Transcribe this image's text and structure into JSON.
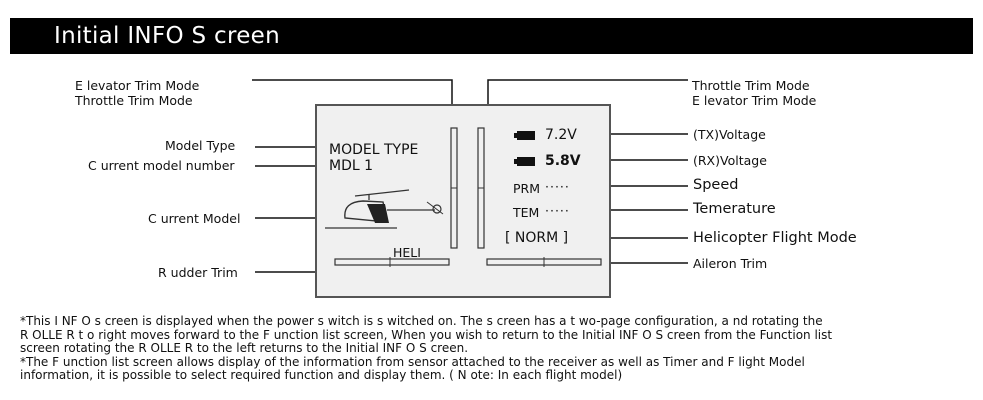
{
  "header": {
    "title": "Initial INFO S creen"
  },
  "callouts": {
    "elevator_trim_mode_left": "E levator Trim  Mode",
    "throttle_trim_mode_left": "Throttle Trim  Mode",
    "model_type": "Model Type",
    "current_model_number": "C urrent model number",
    "current_model": "C urrent Model",
    "rudder_trim": "R udder Trim",
    "throttle_trim_mode_right": "Throttle Trim  Mode",
    "elevator_trim_mode_right": "E levator Trim  Mode",
    "tx_voltage": "(TX)Voltage",
    "rx_voltage": "(RX)Voltage",
    "speed": "Speed",
    "temperature": "Temerature",
    "flight_mode": "Helicopter Flight  Mode",
    "aileron_trim": "Aileron Trim"
  },
  "screen": {
    "model_type": "MODEL TYPE",
    "model_number": "MDL 1",
    "model_name": "HELI",
    "tx_voltage": "7.2V",
    "rx_voltage": "5.8V",
    "prm_label": "PRM",
    "prm_value": "·····",
    "tem_label": "TEM",
    "tem_value": "·····",
    "flight_mode": "[  NORM  ]"
  },
  "notes": [
    "*This I NF O s creen is displayed when the power s witch is s witched on. The s creen has a t wo-page configuration, a nd rotating the",
    "  R OLLE R t o right moves forward to the F unction list screen, When you wish to return to the Initial INF O S creen from the  Function list",
    "  screen  rotating the R OLLE R  to the left returns to the Initial INF O S creen.",
    "*The F unction list screen allows display of the information from sensor attached to the receiver as well as Timer and F light Model",
    "  information, it is possible to select required function and display them.  ( N ote: In each flight model)"
  ]
}
